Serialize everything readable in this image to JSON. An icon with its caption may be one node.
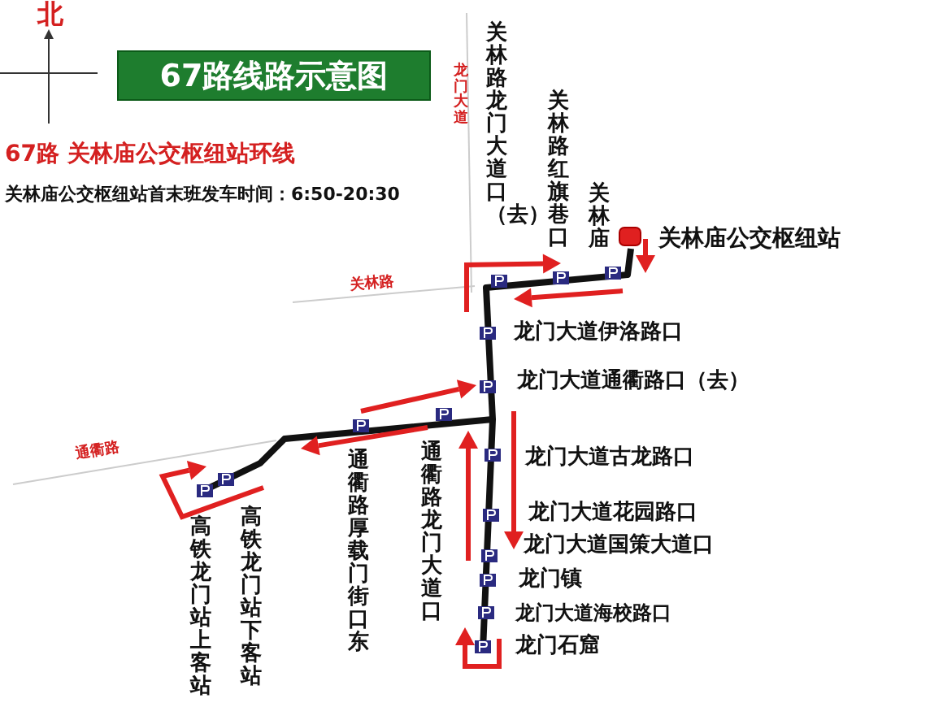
{
  "diagram": {
    "title": "67路线路示意图",
    "labels": [
      "北",
      "龙门大道",
      "67路 关林庙公交枢纽站环线",
      "关林庙公交枢纽站首末班发车时间：6:50-20:30",
      "关林路龙门大道口（去）",
      "关林路红旗巷口",
      "关林庙",
      "关林庙公交枢纽站",
      "关林路",
      "龙门大道伊洛路口",
      "龙门大道通衢路口（去）",
      "龙门大道古龙路口",
      "龙门大道花园路口",
      "龙门大道国策大道口",
      "龙门镇",
      "龙门大道海校路口",
      "龙门石窟",
      "通衢路龙门大道口",
      "通衢路厚载门街口东",
      "高铁龙门站下客站",
      "高铁龙门站上客站",
      "通衢路"
    ]
  }
}
